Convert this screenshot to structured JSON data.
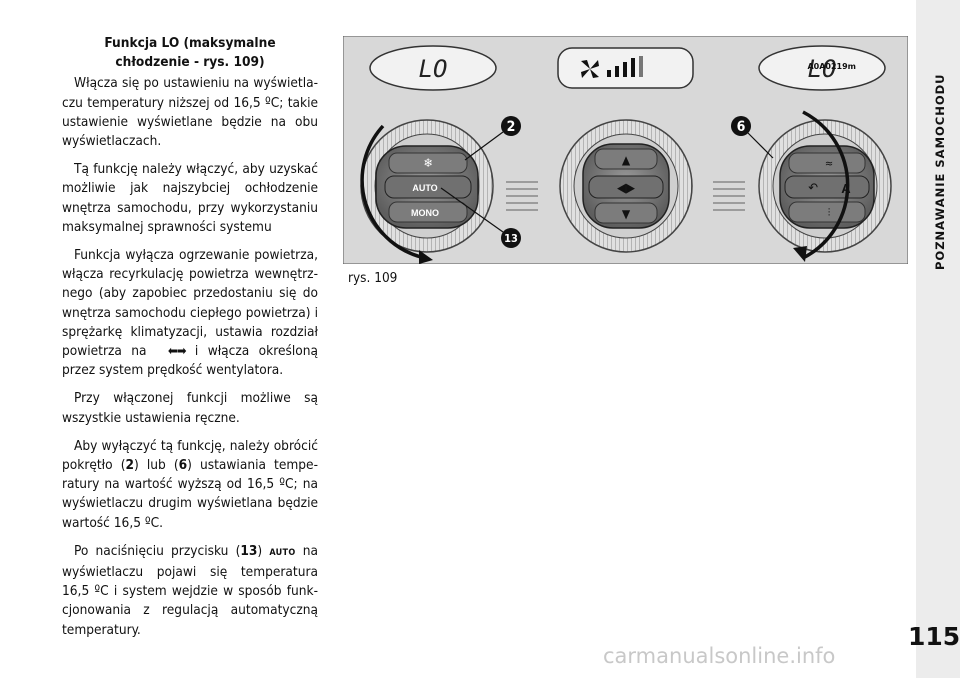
{
  "section_title": "POZNAWANIE SAMOCHODU",
  "page_number": "115",
  "heading_line1": "Funkcja LO (maksymalne",
  "heading_line2": "chłodzenie - rys. 109)",
  "para1": "Włącza się po ustawieniu na wyświetla-czu temperatury niższej od 16,5 ºC; takie ustawienie wyświetlane będzie na obu wyświetlaczach.",
  "para2": "Tą funkcję należy włączyć, aby uzyskać możliwie jak najszybciej ochłodzenie wnętrza samochodu, przy wykorzystaniu maksymalnej sprawności systemu",
  "para3_a": "Funkcja wyłącza ogrzewanie powietrza, włącza recyrkulację powietrza wewnętrz-nego (aby zapobiec przedostaniu się do wnętrza samochodu ciepłego powietrza) i sprężarkę klimatyzacji, ustawia rozdział powietrza na",
  "para3_b": "i włącza określoną przez system prędkość wentylatora.",
  "para4": "Przy włączonej funkcji możliwe są wszystkie ustawienia ręczne.",
  "para5_a": "Aby wyłączyć tą funkcję, należy obrócić pokrętło (",
  "para5_k1": "2",
  "para5_b": ") lub (",
  "para5_k2": "6",
  "para5_c": ") ustawiania tempe-ratury na wartość wyższą od 16,5 ºC; na wyświetlaczu drugim wyświetlana będzie wartość 16,5 ºC.",
  "para6_a": "Po naciśnięciu przycisku (",
  "para6_k": "13",
  "para6_b": ")",
  "para6_auto": "AUTO",
  "para6_c": "na wyświetlaczu pojawi się temperatura 16,5 ºC i system wejdzie w sposób funk-cjonowania z regulacją automatyczną temperatury.",
  "figure_code": "A0A0219m",
  "figure_caption": "rys. 109",
  "display_left": "LO",
  "display_right": "LO",
  "btn_auto": "AUTO",
  "btn_mono": "MONO",
  "btn_a": "A",
  "callout_2": "2",
  "callout_6": "6",
  "callout_13": "13",
  "watermark": "carmanualsonline.info"
}
